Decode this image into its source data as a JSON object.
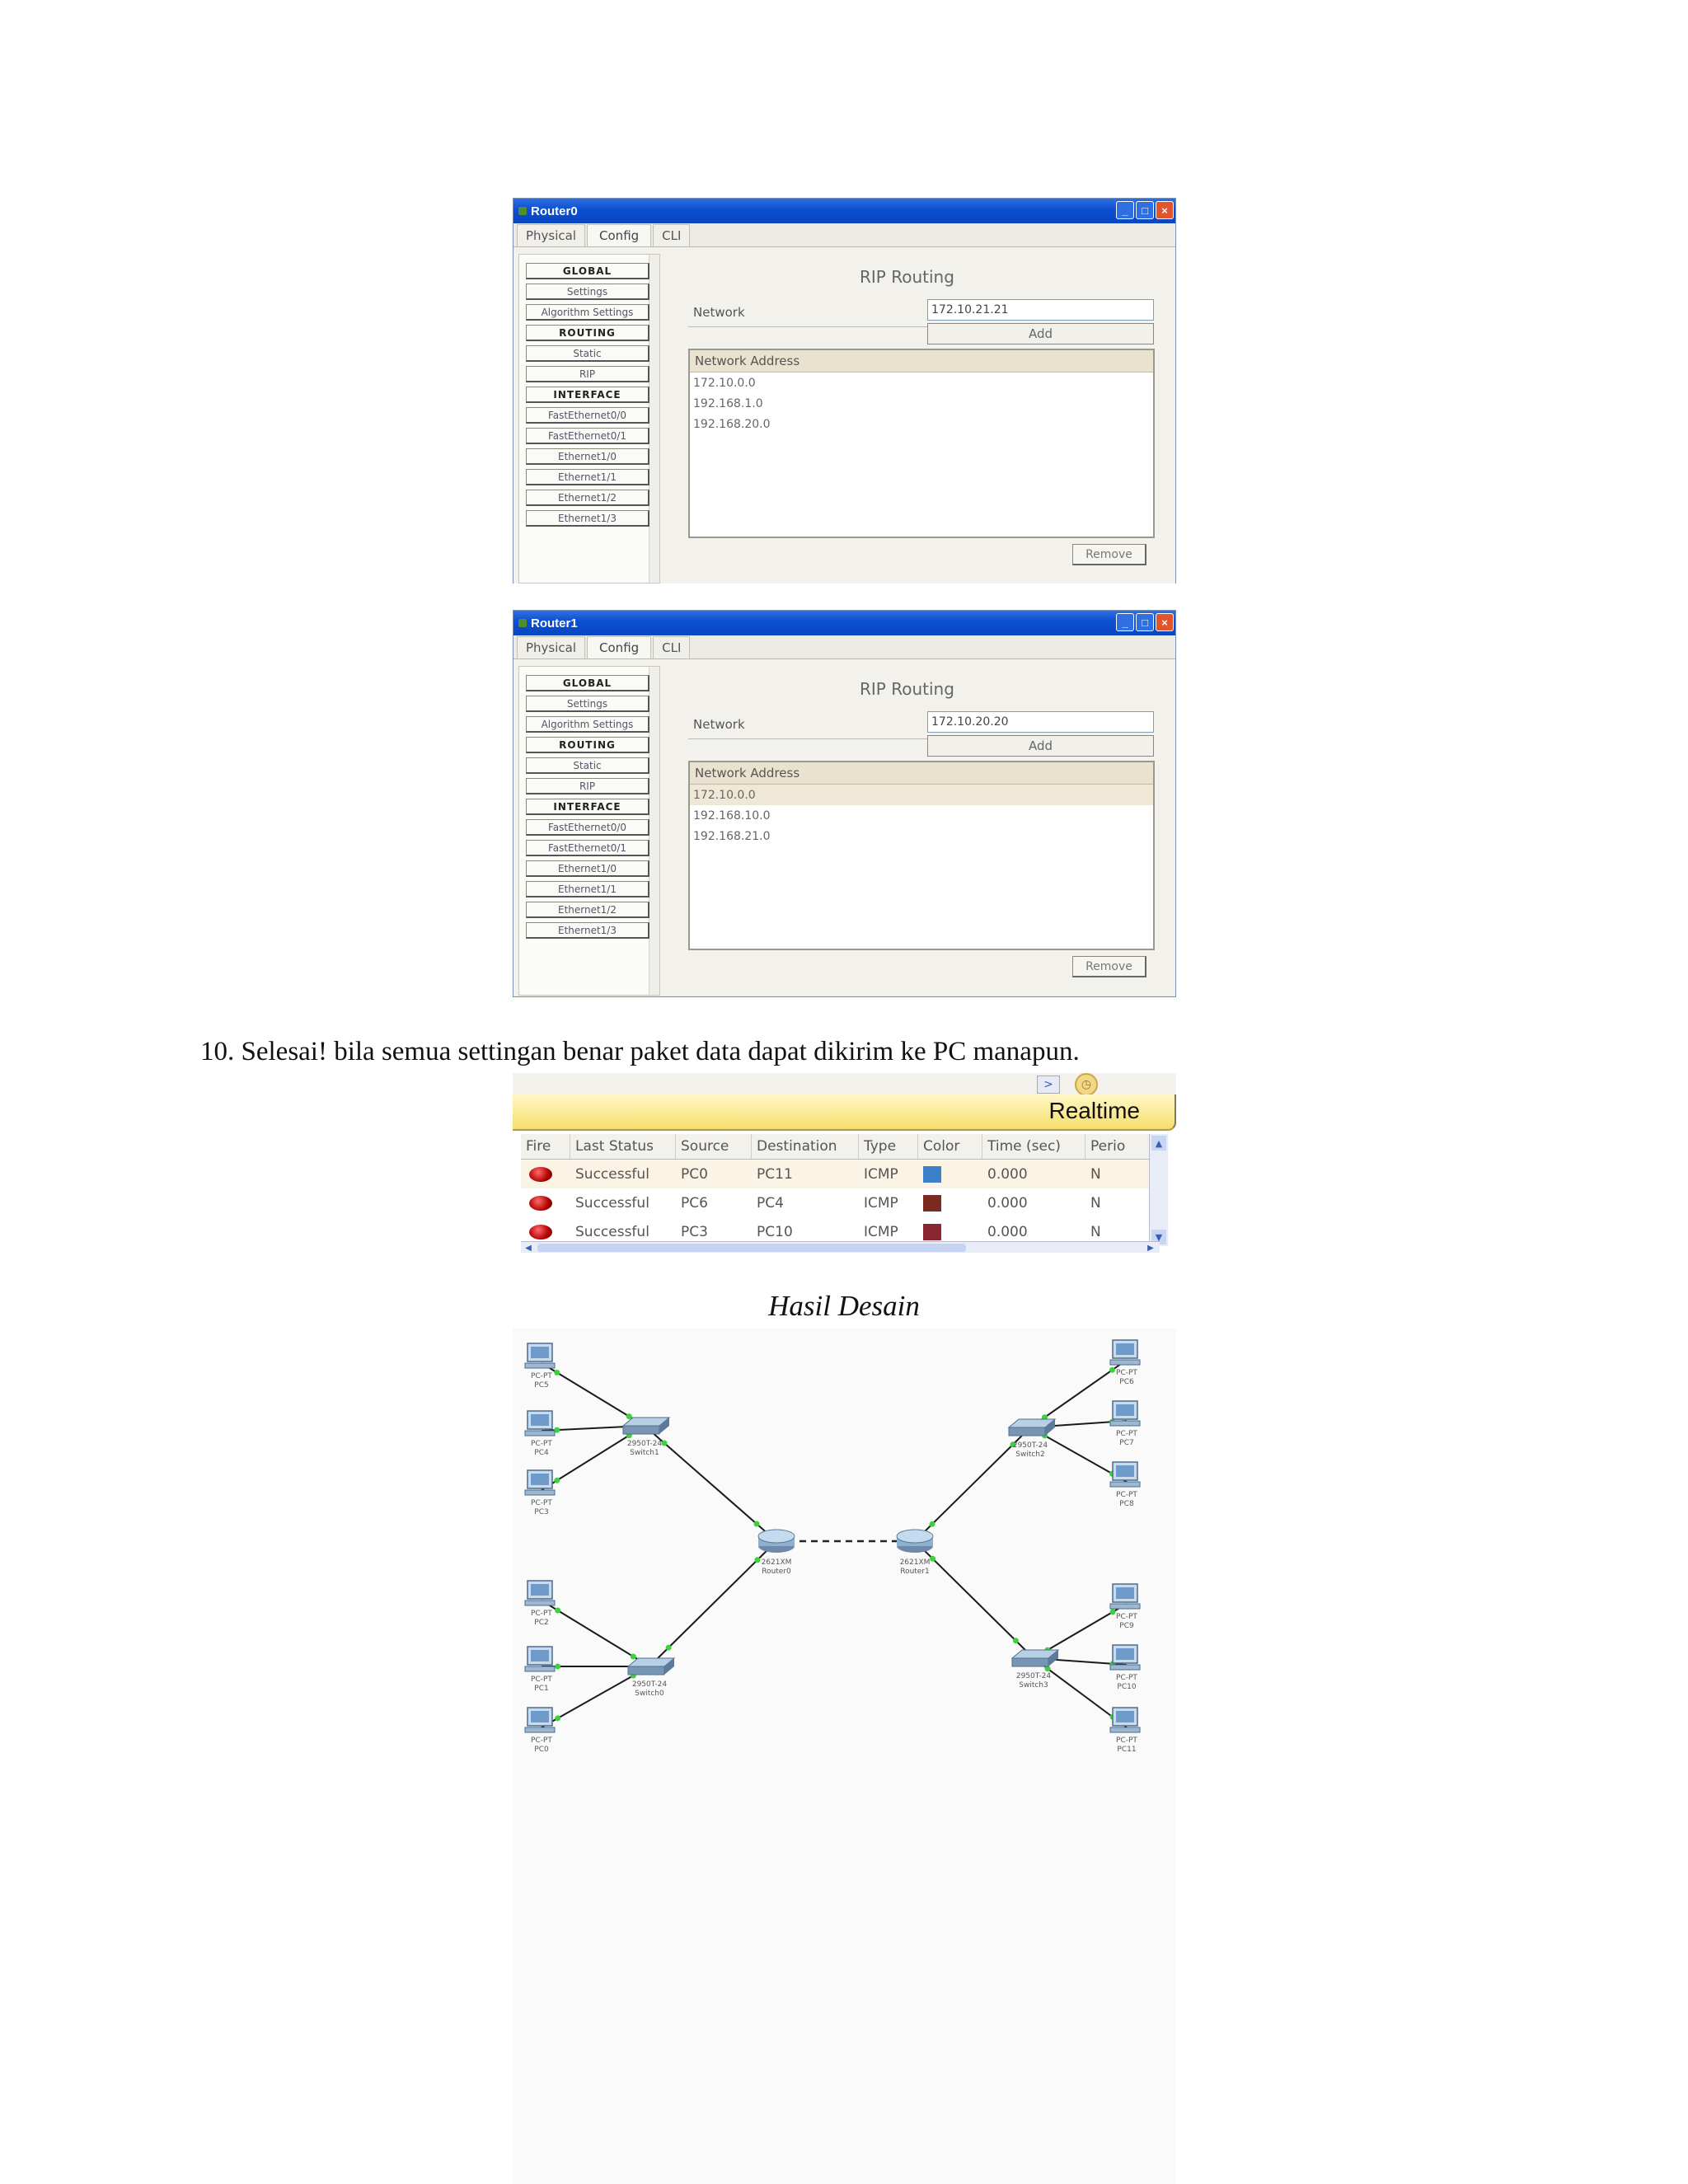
{
  "router0": {
    "title": "Router0",
    "tabs": [
      "Physical",
      "Config",
      "CLI"
    ],
    "nav": [
      "GLOBAL",
      "Settings",
      "Algorithm Settings",
      "ROUTING",
      "Static",
      "RIP",
      "INTERFACE",
      "FastEthernet0/0",
      "FastEthernet0/1",
      "Ethernet1/0",
      "Ethernet1/1",
      "Ethernet1/2",
      "Ethernet1/3"
    ],
    "section_title": "RIP Routing",
    "network_label": "Network",
    "network_value": "172.10.21.21",
    "add_label": "Add",
    "table_header": "Network Address",
    "addresses": [
      "172.10.0.0",
      "192.168.1.0",
      "192.168.20.0"
    ],
    "remove_label": "Remove"
  },
  "router1": {
    "title": "Router1",
    "tabs": [
      "Physical",
      "Config",
      "CLI"
    ],
    "nav": [
      "GLOBAL",
      "Settings",
      "Algorithm Settings",
      "ROUTING",
      "Static",
      "RIP",
      "INTERFACE",
      "FastEthernet0/0",
      "FastEthernet0/1",
      "Ethernet1/0",
      "Ethernet1/1",
      "Ethernet1/2",
      "Ethernet1/3"
    ],
    "section_title": "RIP Routing",
    "network_label": "Network",
    "network_value": "172.10.20.20",
    "add_label": "Add",
    "table_header": "Network Address",
    "addresses": [
      "172.10.0.0",
      "192.168.10.0",
      "192.168.21.0"
    ],
    "remove_label": "Remove"
  },
  "step_text": "10. Selesai! bila semua settingan benar paket data dapat dikirim ke PC manapun.",
  "realtime": {
    "mode_label": "Realtime",
    "columns": [
      "Fire",
      "Last Status",
      "Source",
      "Destination",
      "Type",
      "Color",
      "Time (sec)",
      "Perio"
    ],
    "rows": [
      {
        "status": "Successful",
        "source": "PC0",
        "destination": "PC11",
        "type": "ICMP",
        "color": "#3d7fc8",
        "time": "0.000",
        "periodic": "N"
      },
      {
        "status": "Successful",
        "source": "PC6",
        "destination": "PC4",
        "type": "ICMP",
        "color": "#7a2a1e",
        "time": "0.000",
        "periodic": "N"
      },
      {
        "status": "Successful",
        "source": "PC3",
        "destination": "PC10",
        "type": "ICMP",
        "color": "#8a2630",
        "time": "0.000",
        "periodic": "N"
      }
    ]
  },
  "caption": "Hasil Desain",
  "topology": {
    "routers": [
      {
        "model": "2621XM",
        "name": "Router0"
      },
      {
        "model": "2621XM",
        "name": "Router1"
      }
    ],
    "switches": [
      {
        "model": "2950T-24",
        "name": "Switch1"
      },
      {
        "model": "2950T-24",
        "name": "Switch2"
      },
      {
        "model": "2950T-24",
        "name": "Switch0"
      },
      {
        "model": "2950T-24",
        "name": "Switch3"
      }
    ],
    "pcs": [
      {
        "type": "PC-PT",
        "name": "PC5"
      },
      {
        "type": "PC-PT",
        "name": "PC4"
      },
      {
        "type": "PC-PT",
        "name": "PC3"
      },
      {
        "type": "PC-PT",
        "name": "PC2"
      },
      {
        "type": "PC-PT",
        "name": "PC1"
      },
      {
        "type": "PC-PT",
        "name": "PC0"
      },
      {
        "type": "PC-PT",
        "name": "PC6"
      },
      {
        "type": "PC-PT",
        "name": "PC7"
      },
      {
        "type": "PC-PT",
        "name": "PC8"
      },
      {
        "type": "PC-PT",
        "name": "PC9"
      },
      {
        "type": "PC-PT",
        "name": "PC10"
      },
      {
        "type": "PC-PT",
        "name": "PC11"
      }
    ]
  }
}
